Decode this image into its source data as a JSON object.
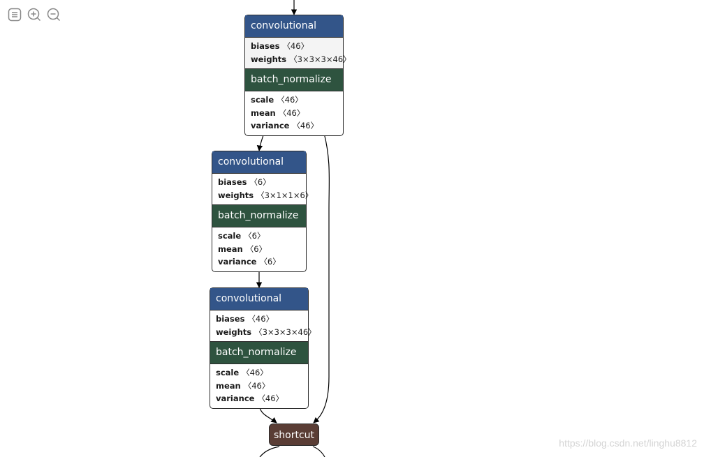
{
  "toolbar": {
    "buttons": [
      {
        "icon": "menu-icon"
      },
      {
        "icon": "zoom-in-icon"
      },
      {
        "icon": "zoom-out-icon"
      }
    ]
  },
  "nodes": [
    {
      "title": "convolutional",
      "params": [
        {
          "key": "biases",
          "value": "〈46〉"
        },
        {
          "key": "weights",
          "value": "〈3×3×3×46〉"
        }
      ],
      "norm_title": "batch_normalize",
      "norm_params": [
        {
          "key": "scale",
          "value": "〈46〉"
        },
        {
          "key": "mean",
          "value": "〈46〉"
        },
        {
          "key": "variance",
          "value": "〈46〉"
        }
      ]
    },
    {
      "title": "convolutional",
      "params": [
        {
          "key": "biases",
          "value": "〈6〉"
        },
        {
          "key": "weights",
          "value": "〈3×1×1×6〉"
        }
      ],
      "norm_title": "batch_normalize",
      "norm_params": [
        {
          "key": "scale",
          "value": "〈6〉"
        },
        {
          "key": "mean",
          "value": "〈6〉"
        },
        {
          "key": "variance",
          "value": "〈6〉"
        }
      ]
    },
    {
      "title": "convolutional",
      "params": [
        {
          "key": "biases",
          "value": "〈46〉"
        },
        {
          "key": "weights",
          "value": "〈3×3×3×46〉"
        }
      ],
      "norm_title": "batch_normalize",
      "norm_params": [
        {
          "key": "scale",
          "value": "〈46〉"
        },
        {
          "key": "mean",
          "value": "〈46〉"
        },
        {
          "key": "variance",
          "value": "〈46〉"
        }
      ]
    }
  ],
  "shortcut": {
    "label": "shortcut"
  },
  "watermark": "https://blog.csdn.net/linghu8812",
  "colors": {
    "conv_header": "#335589",
    "norm_header": "#2e533f",
    "shortcut": "#5a3d35",
    "edge": "#000000"
  }
}
